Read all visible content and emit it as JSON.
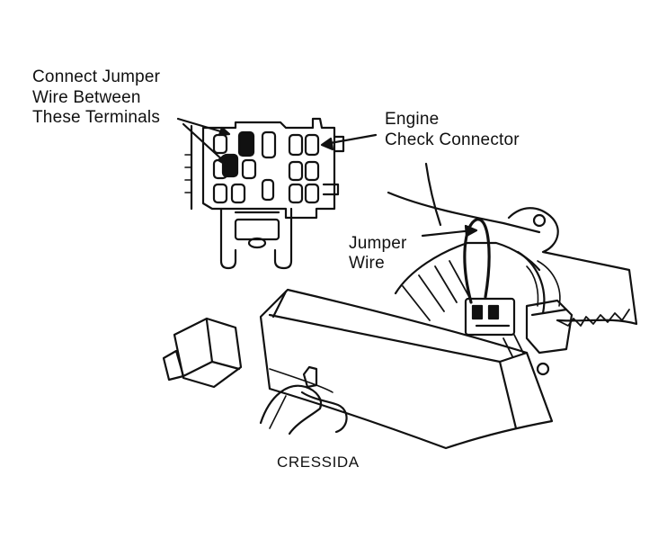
{
  "labels": {
    "jumper_instruction": [
      "Connect Jumper",
      "Wire Between",
      "These Terminals"
    ],
    "engine_check_connector": [
      "Engine",
      "Check Connector"
    ],
    "jumper_wire": [
      "Jumper",
      "Wire"
    ]
  },
  "caption": "CRESSIDA",
  "colors": {
    "ink": "#111111",
    "paper": "#ffffff"
  }
}
